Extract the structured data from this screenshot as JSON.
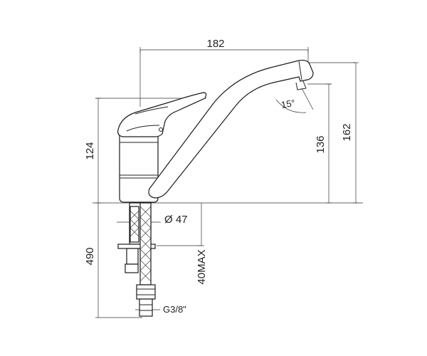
{
  "dimensions": {
    "width_top": "182",
    "body_height": "124",
    "spout_height": "136",
    "total_height": "162",
    "hose_length": "490",
    "mount_max": "40MAX",
    "hole_diameter": "Ø 47",
    "thread": "G3/8\"",
    "spout_angle": "15°"
  }
}
